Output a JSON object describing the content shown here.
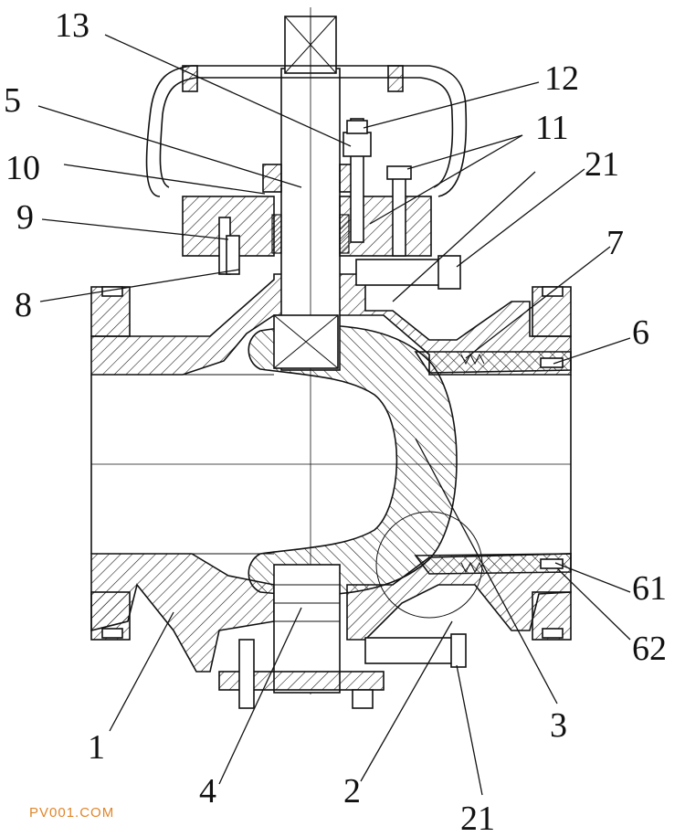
{
  "callouts": {
    "c1": "1",
    "c2": "2",
    "c3": "3",
    "c4": "4",
    "c5": "5",
    "c6": "6",
    "c7": "7",
    "c8": "8",
    "c9": "9",
    "c10": "10",
    "c11": "11",
    "c12": "12",
    "c13": "13",
    "c21_top": "21",
    "c21_bottom": "21",
    "c61": "61",
    "c62": "62"
  },
  "watermark": "PV001.COM",
  "colors": {
    "line": "#111111",
    "watermark": "#e0862a",
    "background": "#ffffff"
  }
}
